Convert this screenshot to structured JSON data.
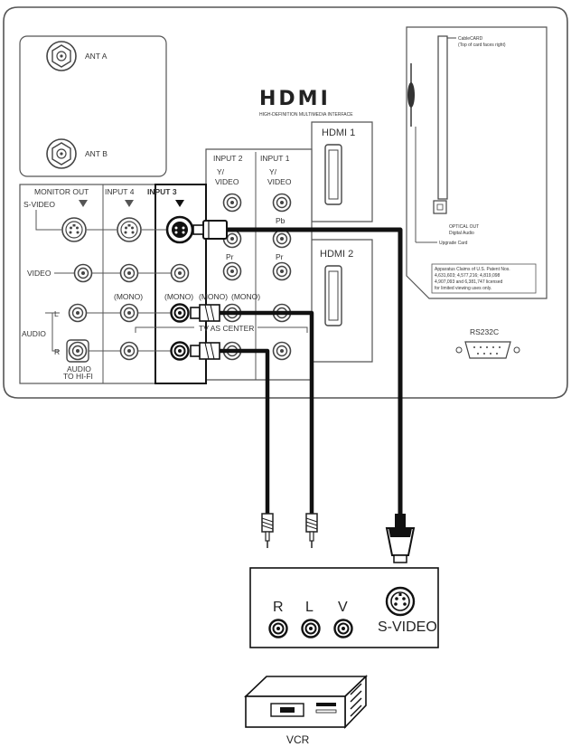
{
  "panel": {
    "ant_a": "ANT A",
    "ant_b": "ANT B",
    "monitor_out": "MONITOR OUT",
    "input_4": "INPUT 4",
    "input_3": "INPUT 3",
    "input_2": "INPUT 2",
    "input_1": "INPUT 1",
    "s_video": "S-VIDEO",
    "video": "VIDEO",
    "audio": "AUDIO",
    "l": "L",
    "r": "R",
    "audio_to_hifi_1": "AUDIO",
    "audio_to_hifi_2": "TO HI-FI",
    "mono": "(MONO)",
    "tv_as_center": "TV AS CENTER",
    "y_label": "Y/",
    "pb": "Pb",
    "pr": "Pr",
    "hdmi_logo": "HDMI",
    "hdmi_tagline": "HIGH-DEFINITION MULTIMEDIA INTERFACE",
    "hdmi_1": "HDMI 1",
    "hdmi_2": "HDMI 2",
    "cablecard_1": "CableCARD",
    "cablecard_2": "(Top of card faces right)",
    "optical_out_1": "OPTICAL OUT",
    "optical_out_2": "Digital Audio",
    "upgrade_card": "Upgrade Card",
    "patent_1": "Apparatus Claims of U.S. Patent Nos.",
    "patent_2": "4,631,603; 4,577,216; 4,819,098",
    "patent_3": "4,907,093 and 6,381,747 licensed",
    "patent_4": "for limited viewing uses only.",
    "rs232c": "RS232C"
  },
  "vcr_panel": {
    "r": "R",
    "l": "L",
    "v": "V",
    "s_video": "S-VIDEO"
  },
  "vcr": {
    "label": "VCR"
  },
  "colors": {
    "line": "#555555",
    "cable": "#1a1a1a",
    "fill": "#ffffff"
  }
}
